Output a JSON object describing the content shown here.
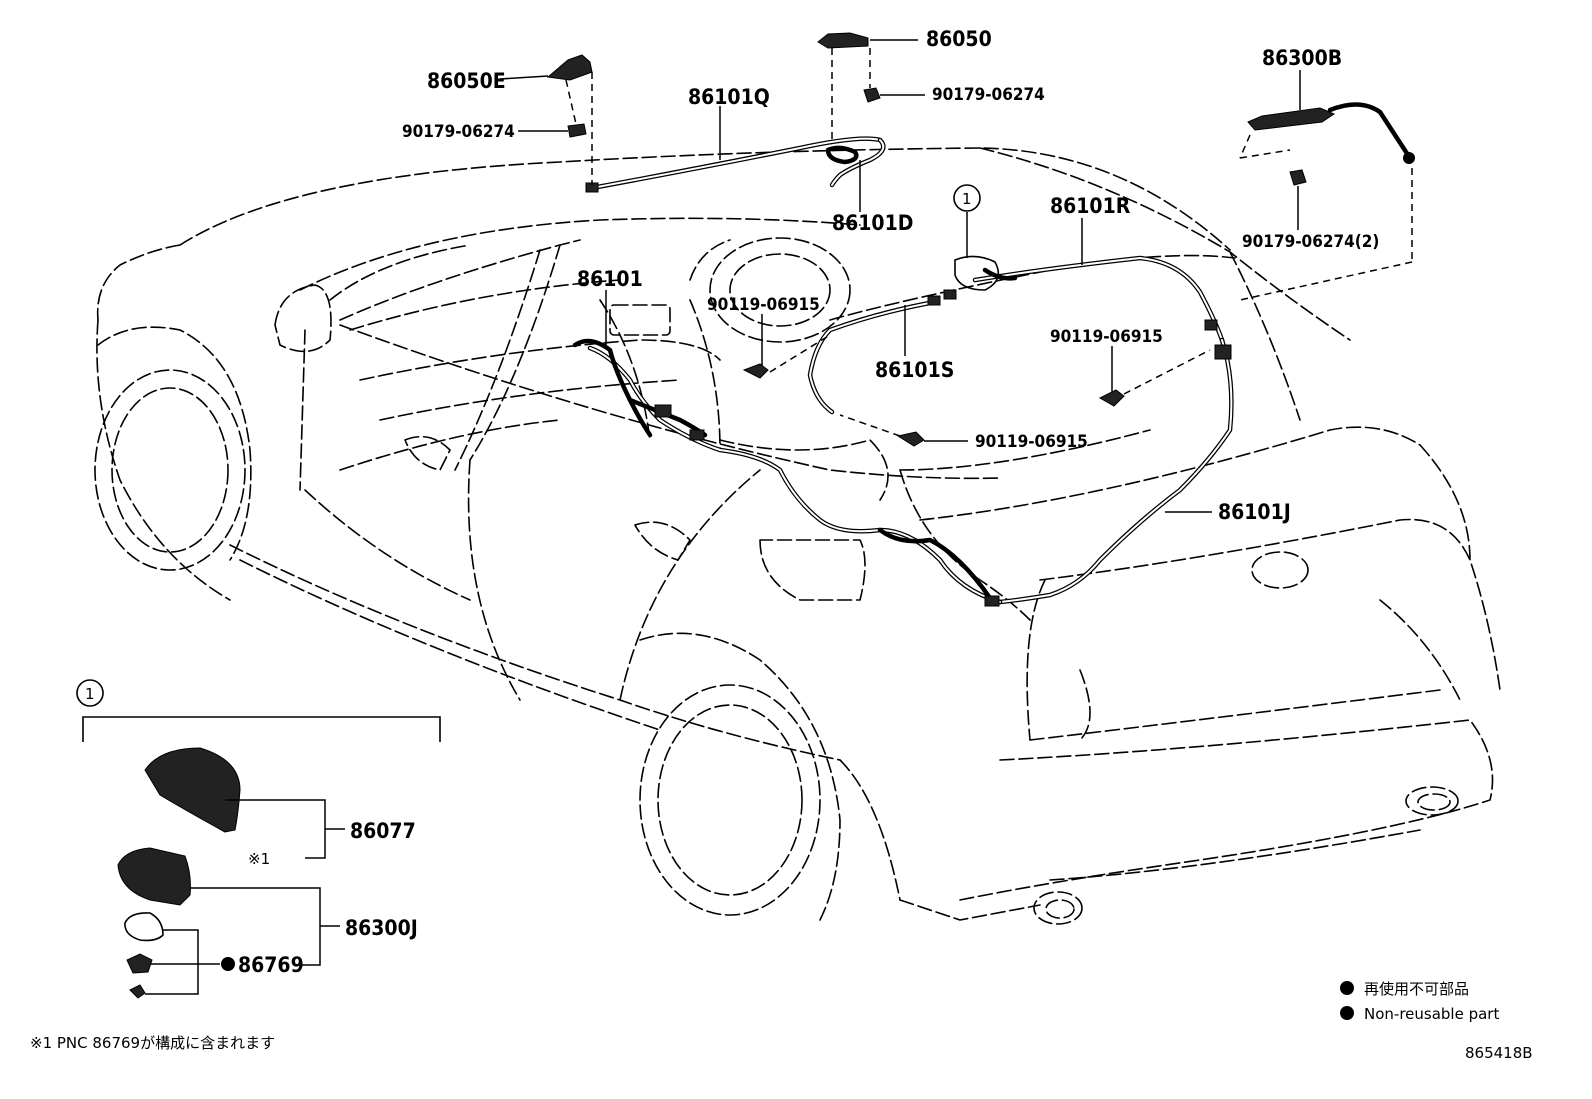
{
  "labels": {
    "p86050E": "86050E",
    "p90179_a": "90179-06274",
    "p86050": "86050",
    "p90179_b": "90179-06274",
    "p86101Q": "86101Q",
    "p86300B": "86300B",
    "p90179_2": "90179-06274(2)",
    "p86101D": "86101D",
    "p86101R": "86101R",
    "p86101": "86101",
    "p90119_a": "90119-06915",
    "p86101S": "86101S",
    "p90119_b": "90119-06915",
    "p90119_c": "90119-06915",
    "p86101J": "86101J",
    "p86077": "86077",
    "p86300J": "86300J",
    "p86769": "86769",
    "circle1_main": "1",
    "circle1_inset": "1",
    "ref1": "※1"
  },
  "legend": {
    "jp": "再使用不可部品",
    "en": "Non-reusable part"
  },
  "footnote": "※1 PNC 86769が構成に含まれます",
  "diagram_id": "865418B",
  "icons": [
    "bolt-icon",
    "clip-icon",
    "antenna-icon",
    "non-reusable-dot-icon"
  ]
}
